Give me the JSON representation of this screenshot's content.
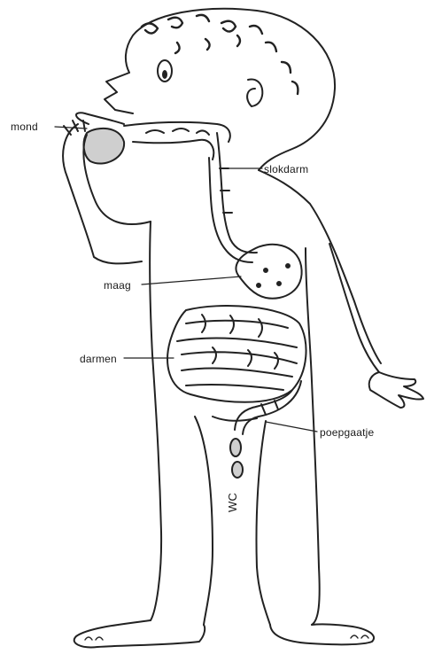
{
  "labels": {
    "mond": "mond",
    "slokdarm": "slokdarm",
    "maag": "maag",
    "darmen": "darmen",
    "poepgaatje": "poepgaatje",
    "wc": "WC"
  },
  "colors": {
    "line": "#222222",
    "stomach_fill": "#cfcfcf",
    "background": "#ffffff"
  }
}
